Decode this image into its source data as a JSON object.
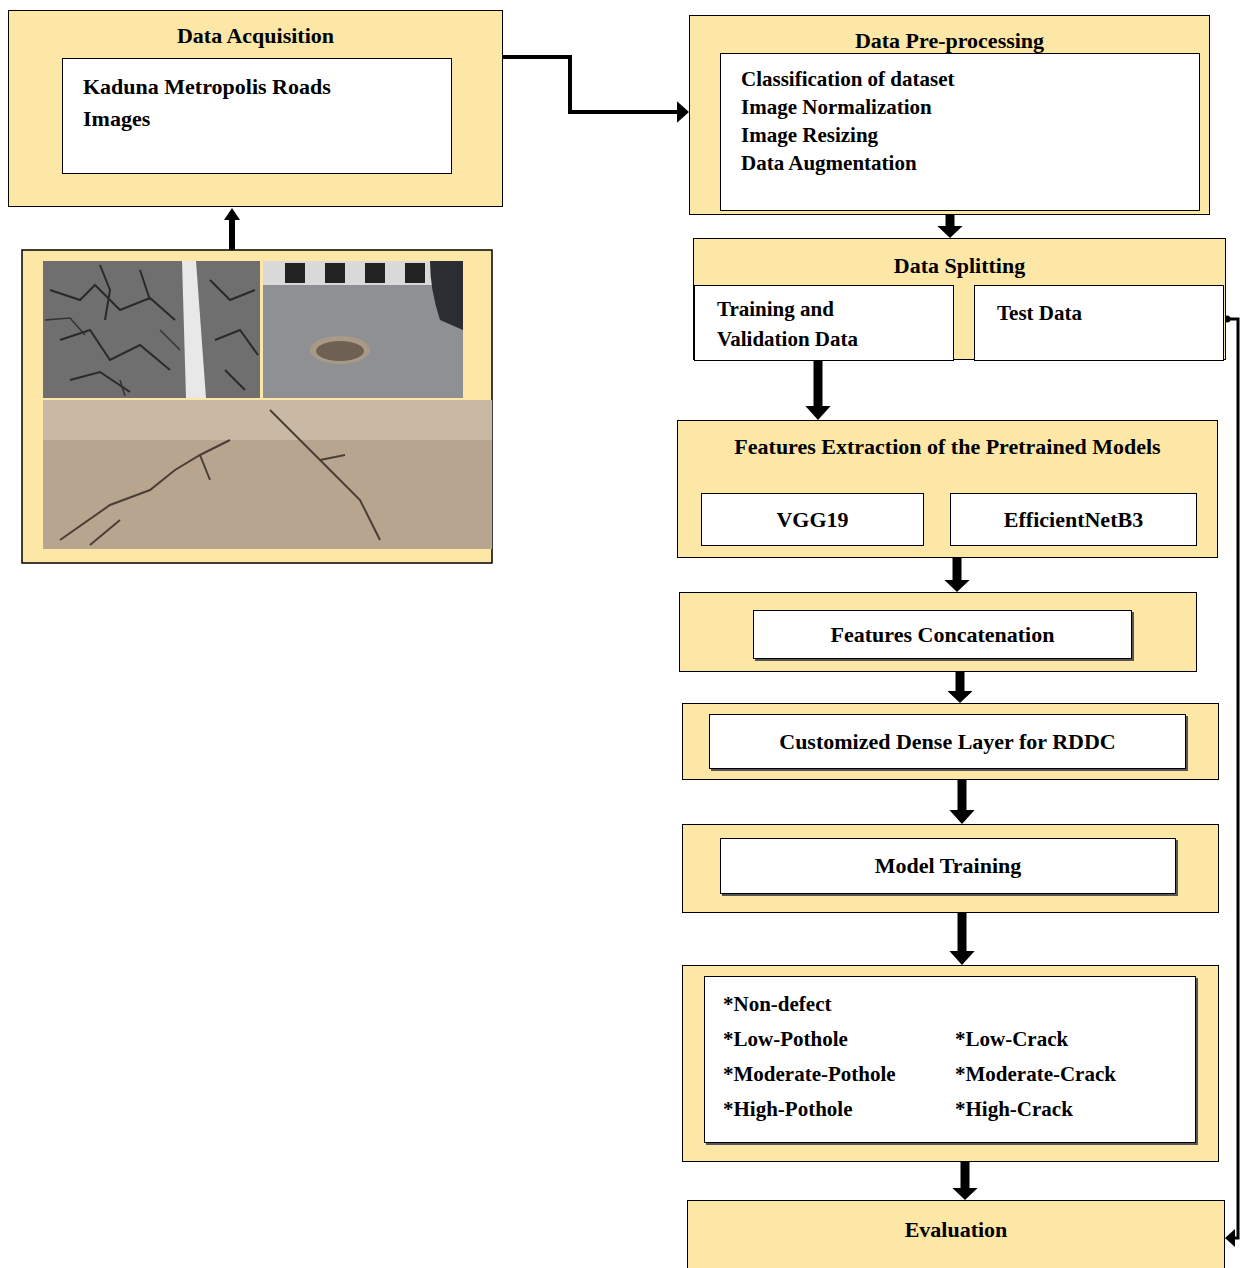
{
  "diagram": {
    "nodes": [
      {
        "text": [
          "Data Acquisition"
        ]
      },
      {
        "text": [
          "Kaduna Metropolis Roads Images"
        ],
        "in": 0
      },
      {
        "text": [
          "Data Pre-processing"
        ]
      },
      {
        "text": [
          "Classification of dataset",
          "Image Normalization",
          "Image Resizing",
          "Data Augmentation"
        ],
        "in": 2
      },
      {
        "text": [
          "Data Splitting"
        ]
      },
      {
        "text": [
          "Training and Validation Data"
        ],
        "in": 4
      },
      {
        "text": [
          "Test Data"
        ],
        "in": 4
      },
      {
        "text": [
          "Features Extraction of the Pretrained Models"
        ]
      },
      {
        "text": [
          "VGG19"
        ],
        "in": 7
      },
      {
        "text": [
          "EfficientNetB3"
        ],
        "in": 7
      },
      {
        "text": [
          "Features Concatenation"
        ]
      },
      {
        "text": [
          "Customized Dense Layer for RDDC"
        ]
      },
      {
        "text": [
          "Model Training"
        ]
      },
      {
        "text": [
          "*Non-defect",
          "*Low-Pothole",
          "*Low-Crack",
          "*Moderate-Pothole",
          "*Moderate-Crack",
          "*High-Pothole",
          "*High-Crack"
        ]
      },
      {
        "text": [
          "Evaluation"
        ]
      }
    ],
    "edges": [
      {
        "from": 0,
        "to": 2,
        "arrow": "to"
      },
      {
        "from": 2,
        "to": 4,
        "arrow": "to"
      },
      {
        "from": 5,
        "to": 7,
        "arrow": "to"
      },
      {
        "from": 7,
        "to": 10,
        "arrow": "to"
      },
      {
        "from": 10,
        "to": 11,
        "arrow": "to"
      },
      {
        "from": 11,
        "to": 12,
        "arrow": "to"
      },
      {
        "from": 12,
        "to": 13,
        "arrow": "to"
      },
      {
        "from": 13,
        "to": 14,
        "arrow": "to"
      },
      {
        "from": 6,
        "to": 14,
        "arrow": "to"
      }
    ]
  }
}
